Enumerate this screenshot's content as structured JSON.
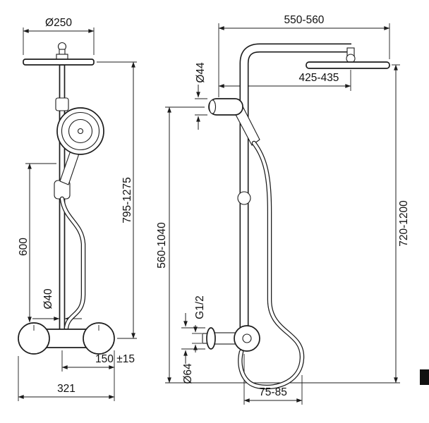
{
  "front_view": {
    "dims": {
      "head_diameter": "Ø250",
      "height_adjustable": "795-1275",
      "rail_length": "600",
      "rail_diameter": "Ø40",
      "inlet_spacing": "150 ±15",
      "valve_width": "321"
    }
  },
  "side_view": {
    "dims": {
      "arm_overall": "550-560",
      "arm_to_head_center": "425-435",
      "handset_diameter": "Ø44",
      "overall_height": "720-1200",
      "column_height": "560-1040",
      "connection_thread": "G1/2",
      "escutcheon_diameter": "Ø64",
      "wall_clearance": "75-85"
    }
  }
}
